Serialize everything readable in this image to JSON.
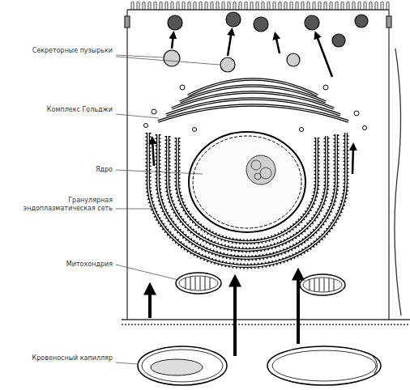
{
  "diagram": {
    "labels": [
      "Секреторные пузырьки",
      "Комплекс Гольджи",
      "Ядро",
      "Гранулярная эндоплазматическая сеть",
      "Митохондрия",
      "Кровеносный капилляр"
    ]
  }
}
